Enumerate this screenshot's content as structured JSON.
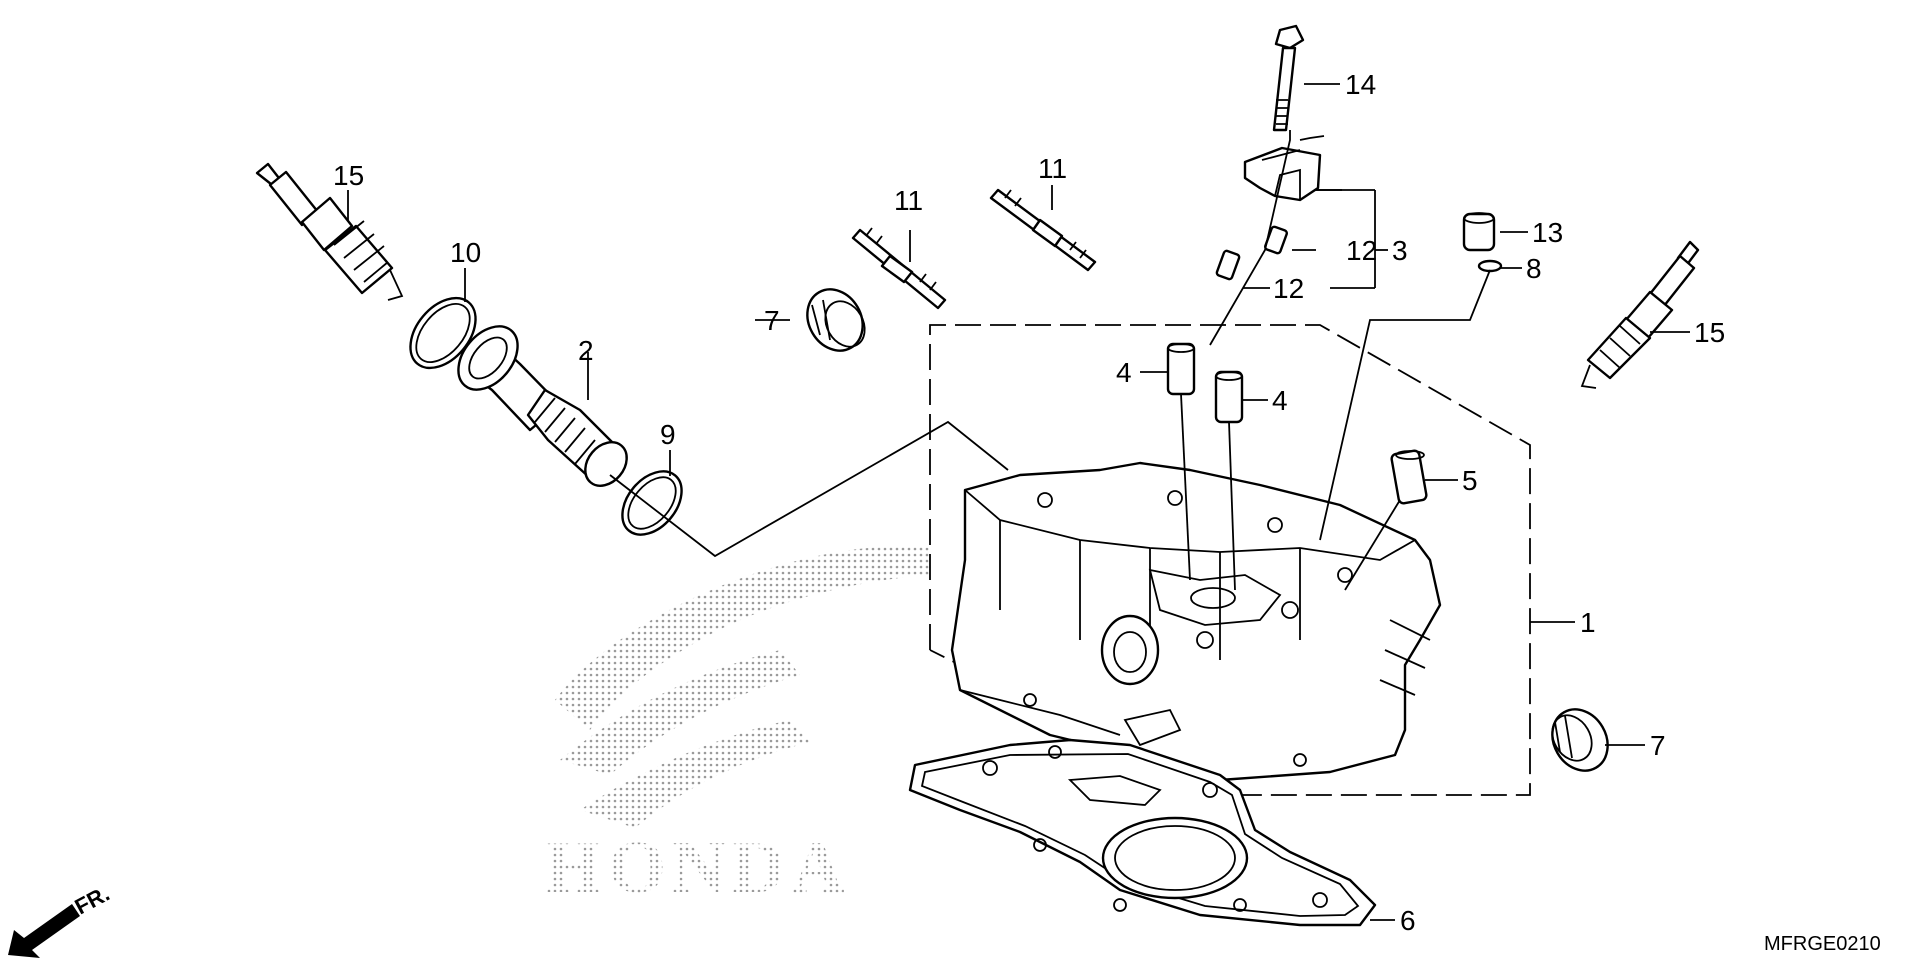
{
  "watermark": {
    "text": "HONDA"
  },
  "direction": {
    "label": "FR."
  },
  "diagram_code": "MFRGE0210",
  "callouts": {
    "c1": "1",
    "c2": "2",
    "c3": "3",
    "c4a": "4",
    "c4b": "4",
    "c5": "5",
    "c6": "6",
    "c7a": "7",
    "c7b": "7",
    "c8": "8",
    "c9": "9",
    "c10": "10",
    "c11a": "11",
    "c11b": "11",
    "c12a": "12",
    "c12b": "12",
    "c13": "13",
    "c14": "14",
    "c15a": "15",
    "c15b": "15"
  },
  "colors": {
    "line": "#000000",
    "watermark_dots": "#9a9a9a"
  }
}
